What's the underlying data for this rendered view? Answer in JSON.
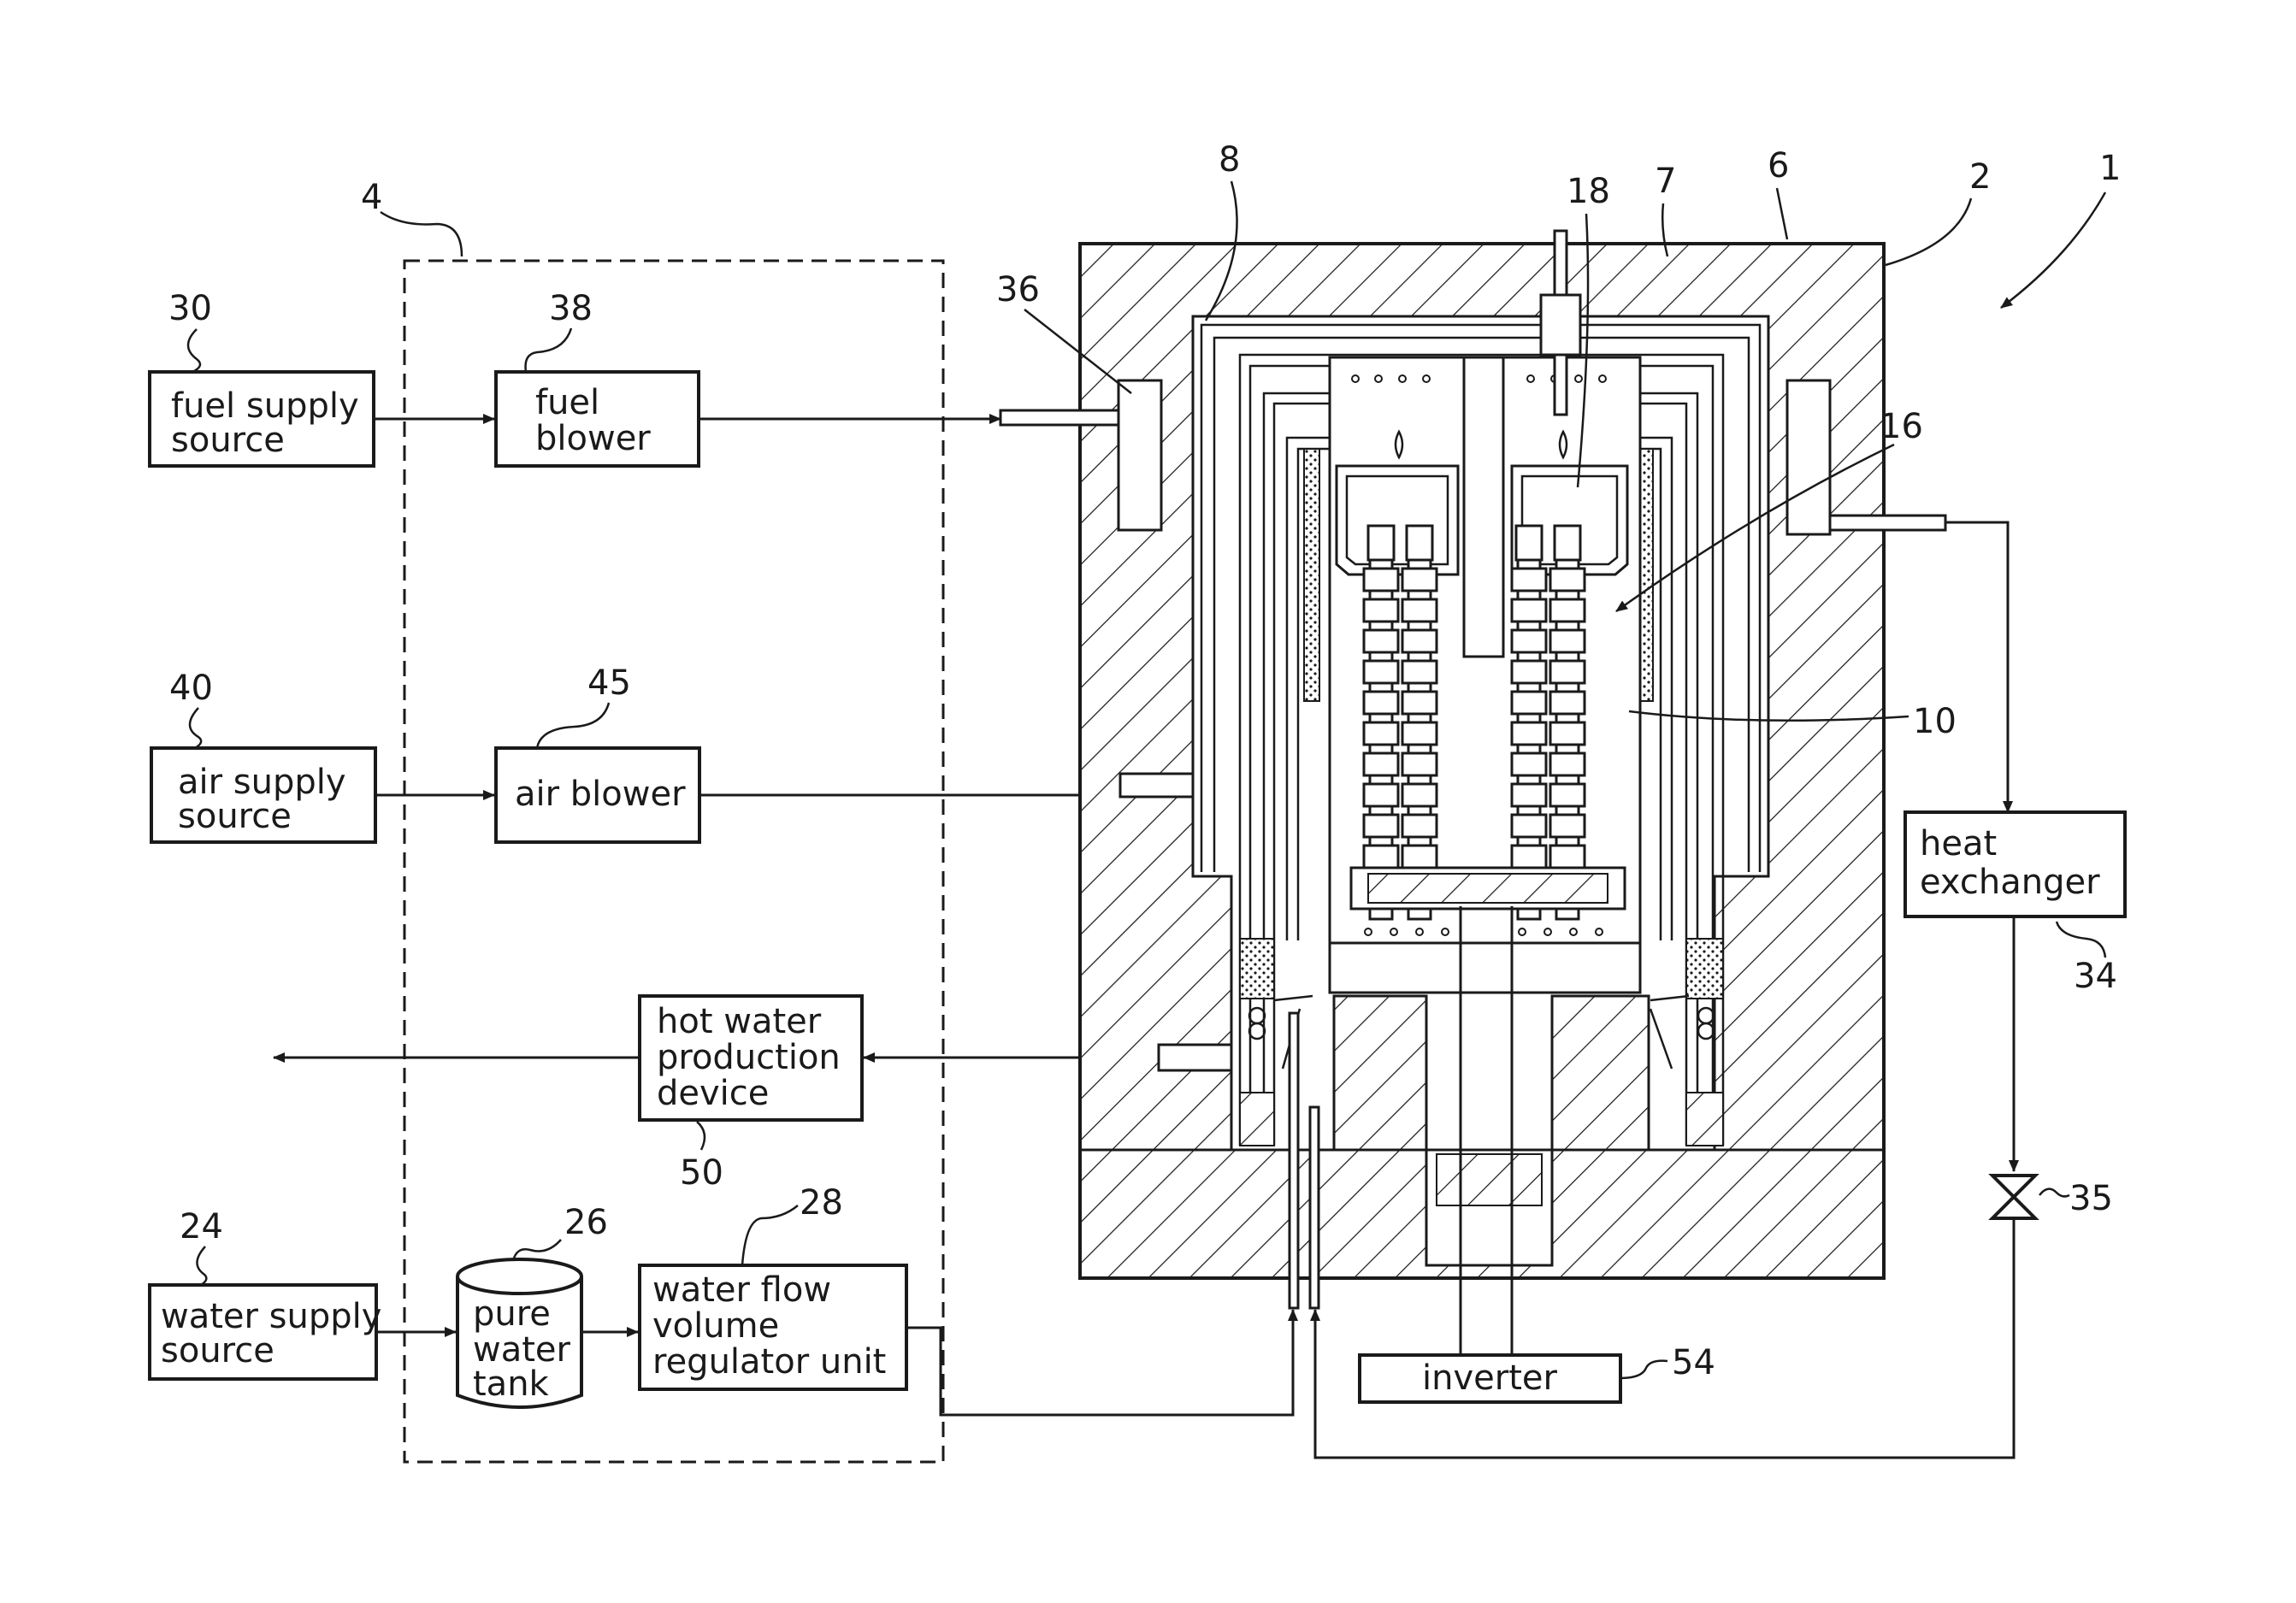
{
  "components": {
    "fuel_supply_source": {
      "ref": "30",
      "lines": [
        "fuel supply",
        "source"
      ]
    },
    "fuel_blower": {
      "ref": "38",
      "lines": [
        "fuel",
        "blower"
      ]
    },
    "air_supply_source": {
      "ref": "40",
      "lines": [
        "air supply",
        "source"
      ]
    },
    "air_blower": {
      "ref": "45",
      "lines": [
        "air blower"
      ]
    },
    "hot_water_production_device": {
      "ref": "50",
      "lines": [
        "hot water",
        "production",
        "device"
      ]
    },
    "water_supply_source": {
      "ref": "24",
      "lines": [
        "water supply",
        "source"
      ]
    },
    "pure_water_tank": {
      "ref": "26",
      "lines": [
        "pure",
        "water",
        "tank"
      ]
    },
    "water_flow_volume_regulator_unit": {
      "ref": "28",
      "lines": [
        "water flow",
        "volume",
        "regulator unit"
      ]
    },
    "heat_exchanger": {
      "ref": "34",
      "lines": [
        "heat",
        "exchanger"
      ]
    },
    "inverter": {
      "ref": "54",
      "lines": [
        "inverter"
      ]
    }
  },
  "refs": {
    "system": "1",
    "module": "2",
    "auxiliary_unit": "4",
    "housing": "6",
    "insulation": "7",
    "module_case": "8",
    "cell_assembly": "10",
    "stack": "16",
    "reformer": "18",
    "valve": "35",
    "port_36": "36"
  }
}
